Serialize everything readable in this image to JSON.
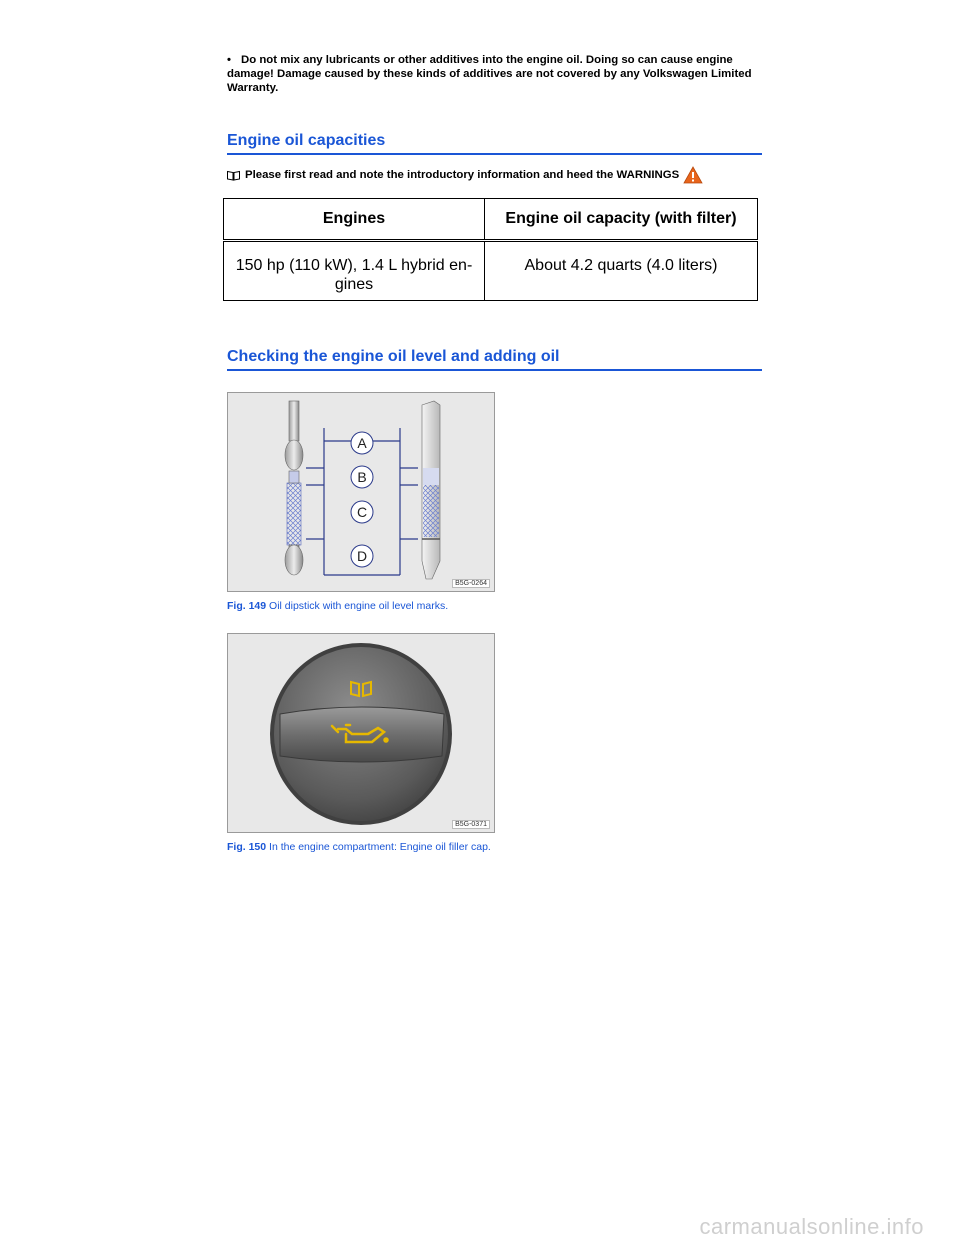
{
  "note": {
    "bullet": "•",
    "text": "Do not mix any lubricants or other additives into the engine oil. Doing so can cause engine damage! Damage caused by these kinds of additives are not covered by any Volkswagen Limited Warranty."
  },
  "capacities": {
    "title": "Engine oil capacities",
    "read_first": "Please first read and note the introductory information and heed the WARNINGS",
    "table": {
      "headers": [
        "Engines",
        "Engine oil capacity (with filter)"
      ],
      "rows": [
        [
          "150 hp (110 kW), 1.4 L hybrid en-gines",
          "About 4.2 quarts (4.0 liters)"
        ]
      ]
    }
  },
  "checking": {
    "title": "Checking the engine oil level and adding oil",
    "figures": [
      {
        "number": "Fig. 149",
        "caption": "Oil dipstick with engine oil level marks.",
        "code": "B5G-0264",
        "labels": [
          "A",
          "B",
          "C",
          "D"
        ]
      },
      {
        "number": "Fig. 150",
        "caption": "In the engine compartment: Engine oil filler cap.",
        "code": "B5G-0371"
      }
    ]
  },
  "colors": {
    "heading_blue": "#1a56d6",
    "warning_orange": "#e8641b"
  },
  "footer": {
    "watermark": "carmanualsonline.info"
  }
}
